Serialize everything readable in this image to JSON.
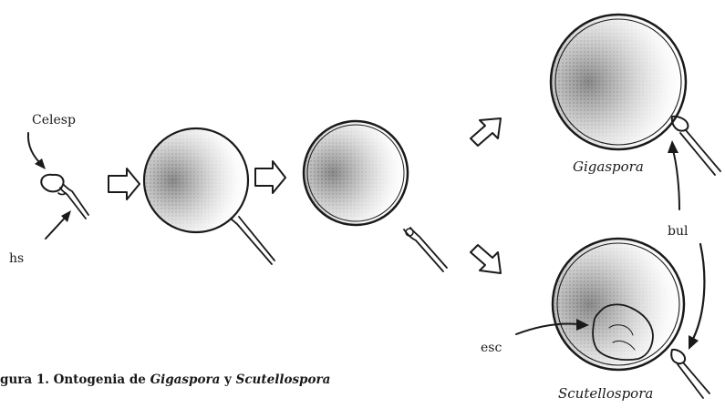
{
  "labels": {
    "celesp": "Celesp",
    "hs": "hs",
    "gigaspora": "Gigaspora",
    "bul": "bul",
    "esc": "esc",
    "scutellospora": "Scutellospora"
  },
  "caption": {
    "prefix": "gura 1. Ontogenia de ",
    "genus1": "Gigaspora",
    "conj": " y ",
    "genus2": "Scutellospora"
  }
}
